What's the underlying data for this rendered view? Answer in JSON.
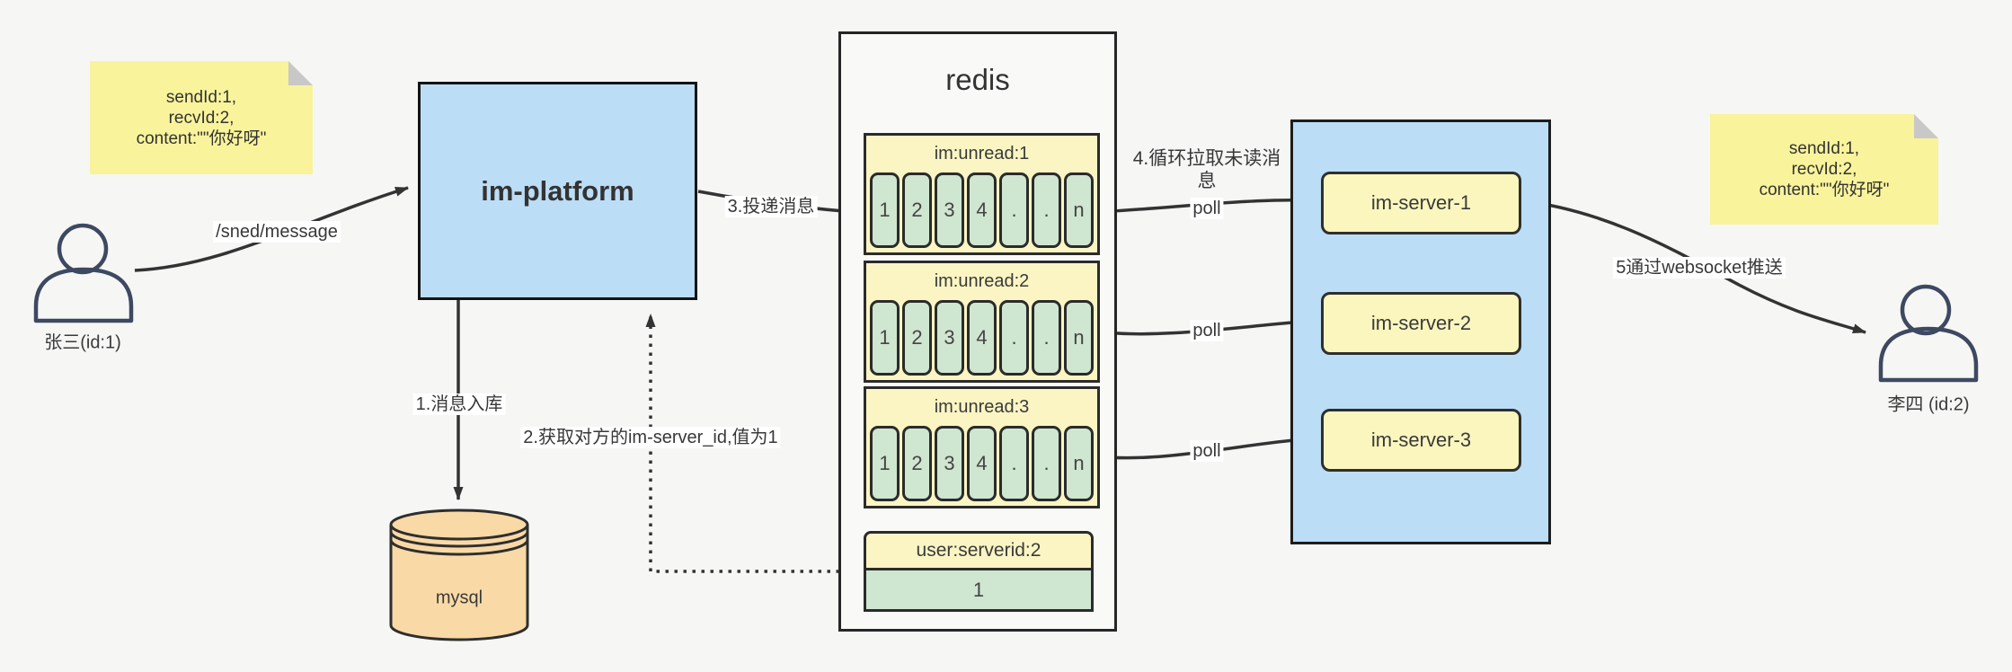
{
  "notes": {
    "left": {
      "line1": "sendId:1,",
      "line2": "recvId:2,",
      "line3": "content:\"\"你好呀\""
    },
    "right": {
      "line1": "sendId:1,",
      "line2": "recvId:2,",
      "line3": "content:\"\"你好呀\""
    }
  },
  "users": {
    "sender": {
      "label": "张三(id:1)"
    },
    "receiver": {
      "label": "李四 (id:2)"
    }
  },
  "platform": {
    "label": "im-platform"
  },
  "database": {
    "label": "mysql"
  },
  "redis": {
    "title": "redis",
    "queues": [
      {
        "header": "im:unread:1",
        "cells": [
          "1",
          "2",
          "3",
          "4",
          ".",
          ".",
          "n"
        ]
      },
      {
        "header": "im:unread:2",
        "cells": [
          "1",
          "2",
          "3",
          "4",
          ".",
          ".",
          "n"
        ]
      },
      {
        "header": "im:unread:3",
        "cells": [
          "1",
          "2",
          "3",
          "4",
          ".",
          ".",
          "n"
        ]
      }
    ],
    "mapping": {
      "header": "user:serverid:2",
      "value": "1"
    }
  },
  "servers": {
    "items": [
      {
        "label": "im-server-1"
      },
      {
        "label": "im-server-2"
      },
      {
        "label": "im-server-3"
      }
    ]
  },
  "edges": {
    "send": "/sned/message",
    "step1": "1.消息入库",
    "step2": "2.获取对方的im-server_id,值为1",
    "step3": "3.投递消息",
    "step4": "4.循环拉取未读消息",
    "step5": "5通过websocket推送",
    "poll": "poll"
  },
  "colors": {
    "node_blue": "#bbddf6",
    "note_yellow": "#f9f39b",
    "key_yellow": "#fbf5c3",
    "cell_green": "#cfe6d0",
    "db_orange": "#f9d9a6",
    "line": "#333333",
    "person": "#3d4961",
    "background": "#f6f6f5"
  }
}
